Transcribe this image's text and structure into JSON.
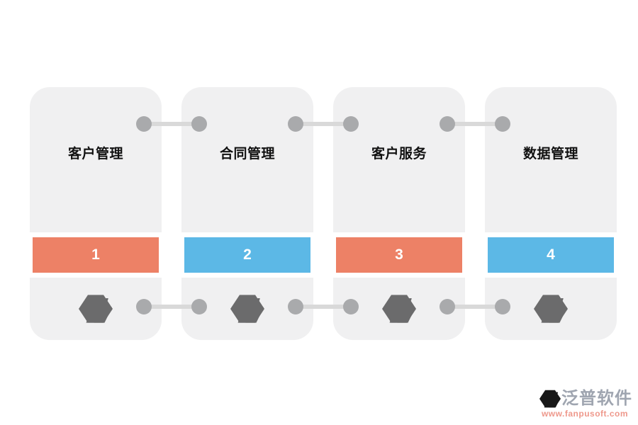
{
  "diagram": {
    "cards": [
      {
        "title": "客户管理",
        "step": "1",
        "color": "salmon"
      },
      {
        "title": "合同管理",
        "step": "2",
        "color": "blue"
      },
      {
        "title": "客户服务",
        "step": "3",
        "color": "salmon"
      },
      {
        "title": "数据管理",
        "step": "4",
        "color": "blue"
      }
    ]
  },
  "colors": {
    "salmon": "#ed8166",
    "blue": "#5cb8e6",
    "card_bg": "#f0f0f1",
    "connector_dot": "#a9aaac",
    "connector_line": "#d9d9d9",
    "title_text": "#111111",
    "step_text": "#ffffff",
    "brand_text": "#959ca8",
    "brand_url": "#ed8d7f",
    "logo_hex": "#99a0ad",
    "logo_crescent": "#dd7758",
    "watermark_hex": "#ccd4e8",
    "watermark_crescent": "#f9cdb1"
  },
  "footer": {
    "brand": "泛普软件",
    "url": "www.fanpusoft.com"
  },
  "icons": {
    "watermark": "fanpu-logo-watermark",
    "brand_logo": "fanpu-logo"
  }
}
